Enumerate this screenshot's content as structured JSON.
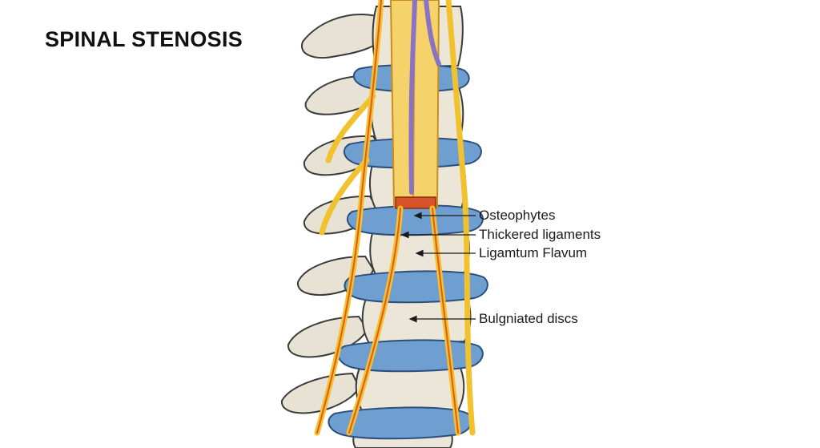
{
  "title": "SPINAL STENOSIS",
  "labels": {
    "osteophytes": "Osteophytes",
    "thickered_ligaments": "Thickered ligaments",
    "ligamtum_flavum": "Ligamtum Flavum",
    "bulgniated_discs": "Bulgniated discs"
  },
  "colors": {
    "bone": "#ebe5d8",
    "bone_outline": "#3b3b3b",
    "disc": "#6f9fd0",
    "nerve": "#f2c12e",
    "nerve_core": "#e25a1c",
    "cord": "#f6d36a",
    "vessel": "#8a72c4"
  }
}
